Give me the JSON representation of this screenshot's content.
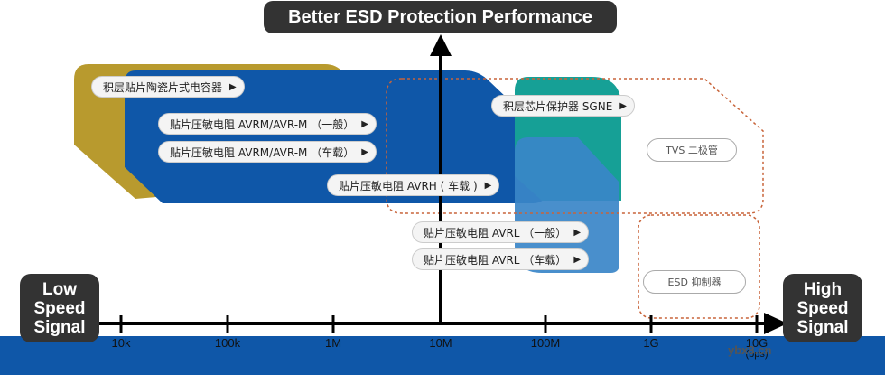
{
  "title": "Better ESD Protection Performance",
  "left_label": [
    "Low",
    "Speed",
    "Signal"
  ],
  "right_label": [
    "High",
    "Speed",
    "Signal"
  ],
  "axis_ticks": [
    "10k",
    "100k",
    "1M",
    "10M",
    "100M",
    "1G",
    "10G"
  ],
  "axis_unit": "(bps)",
  "products": {
    "mlcc": "积层贴片陶瓷片式电容器",
    "avrm_general": "贴片压敏电阻  AVRM/AVR-M （一般）",
    "avrm_auto": "贴片压敏电阻  AVRM/AVR-M （车载）",
    "avrh_auto": "贴片压敏电阻 AVRH ( 车载 )",
    "sgne": "积层芯片保护器 SGNE",
    "avrl_general": "贴片压敏电阻  AVRL （一般）",
    "avrl_auto": "贴片压敏电阻  AVRL （车载）",
    "tvs": "TVS 二极管",
    "esd_suppressor": "ESD 抑制器"
  },
  "watermark": "ybx8.cn",
  "colors": {
    "gold": "#b89a2e",
    "blue": "#0f57a8",
    "teal": "#16a096",
    "light_blue": "#3a86c8",
    "dark": "#333333",
    "dotted": "#c8643a"
  }
}
